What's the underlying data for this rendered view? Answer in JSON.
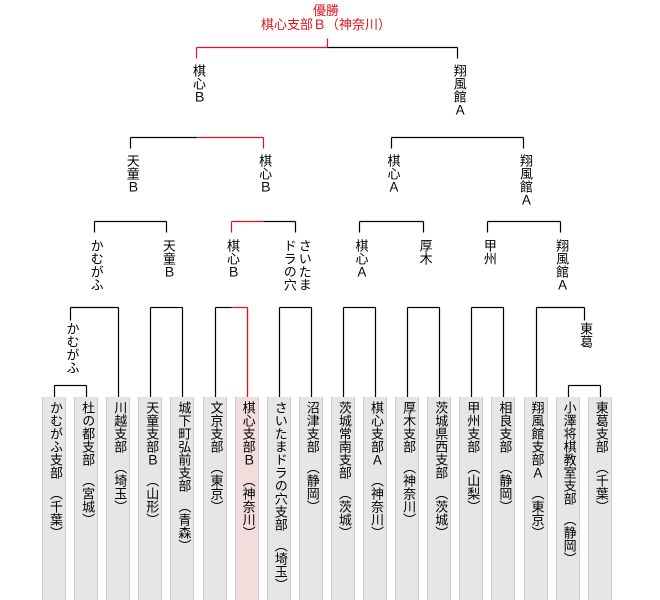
{
  "champion": {
    "label": "優勝",
    "team": "棋心支部Ｂ（神奈川）"
  },
  "colors": {
    "winner": "#e0141e",
    "line": "#000000",
    "box": "#e6e6e6",
    "winner_box": "#f3dcdc"
  },
  "final": [
    "棋心Ｂ",
    "翔風館Ａ"
  ],
  "semifinal": [
    "天童Ｂ",
    "棋心Ｂ",
    "棋心Ａ",
    "翔風館Ａ"
  ],
  "quarterfinal": [
    "かむがふ",
    "天童Ｂ",
    "棋心Ｂ",
    "さいたま\nドラの穴",
    "棋心Ａ",
    "厚木",
    "甲州",
    "翔風館Ａ"
  ],
  "round1": [
    "かむがふ",
    "東葛"
  ],
  "teams": [
    {
      "name": "かむがふ支部",
      "pref": "（千葉）"
    },
    {
      "name": "杜の都支部",
      "pref": "（宮城）"
    },
    {
      "name": "川越支部",
      "pref": "（埼玉）"
    },
    {
      "name": "天童支部Ｂ",
      "pref": "（山形）"
    },
    {
      "name": "城下町弘前支部",
      "pref": "（青森）"
    },
    {
      "name": "文京支部",
      "pref": "（東京）"
    },
    {
      "name": "棋心支部Ｂ",
      "pref": "（神奈川）"
    },
    {
      "name": "さいたまドラの穴支部",
      "pref": "（埼玉）"
    },
    {
      "name": "沼津支部",
      "pref": "（静岡）"
    },
    {
      "name": "茨城常南支部",
      "pref": "（茨城）"
    },
    {
      "name": "棋心支部Ａ",
      "pref": "（神奈川）"
    },
    {
      "name": "厚木支部",
      "pref": "（神奈川）"
    },
    {
      "name": "茨城県西支部",
      "pref": "（茨城）"
    },
    {
      "name": "甲州支部",
      "pref": "（山梨）"
    },
    {
      "name": "相良支部",
      "pref": "（静岡）"
    },
    {
      "name": "翔風館支部Ａ",
      "pref": "（東京）"
    },
    {
      "name": "小澤将棋教室支部",
      "pref": "（静岡）"
    },
    {
      "name": "東葛支部",
      "pref": "（千葉）"
    }
  ],
  "winner_team_index": 6
}
